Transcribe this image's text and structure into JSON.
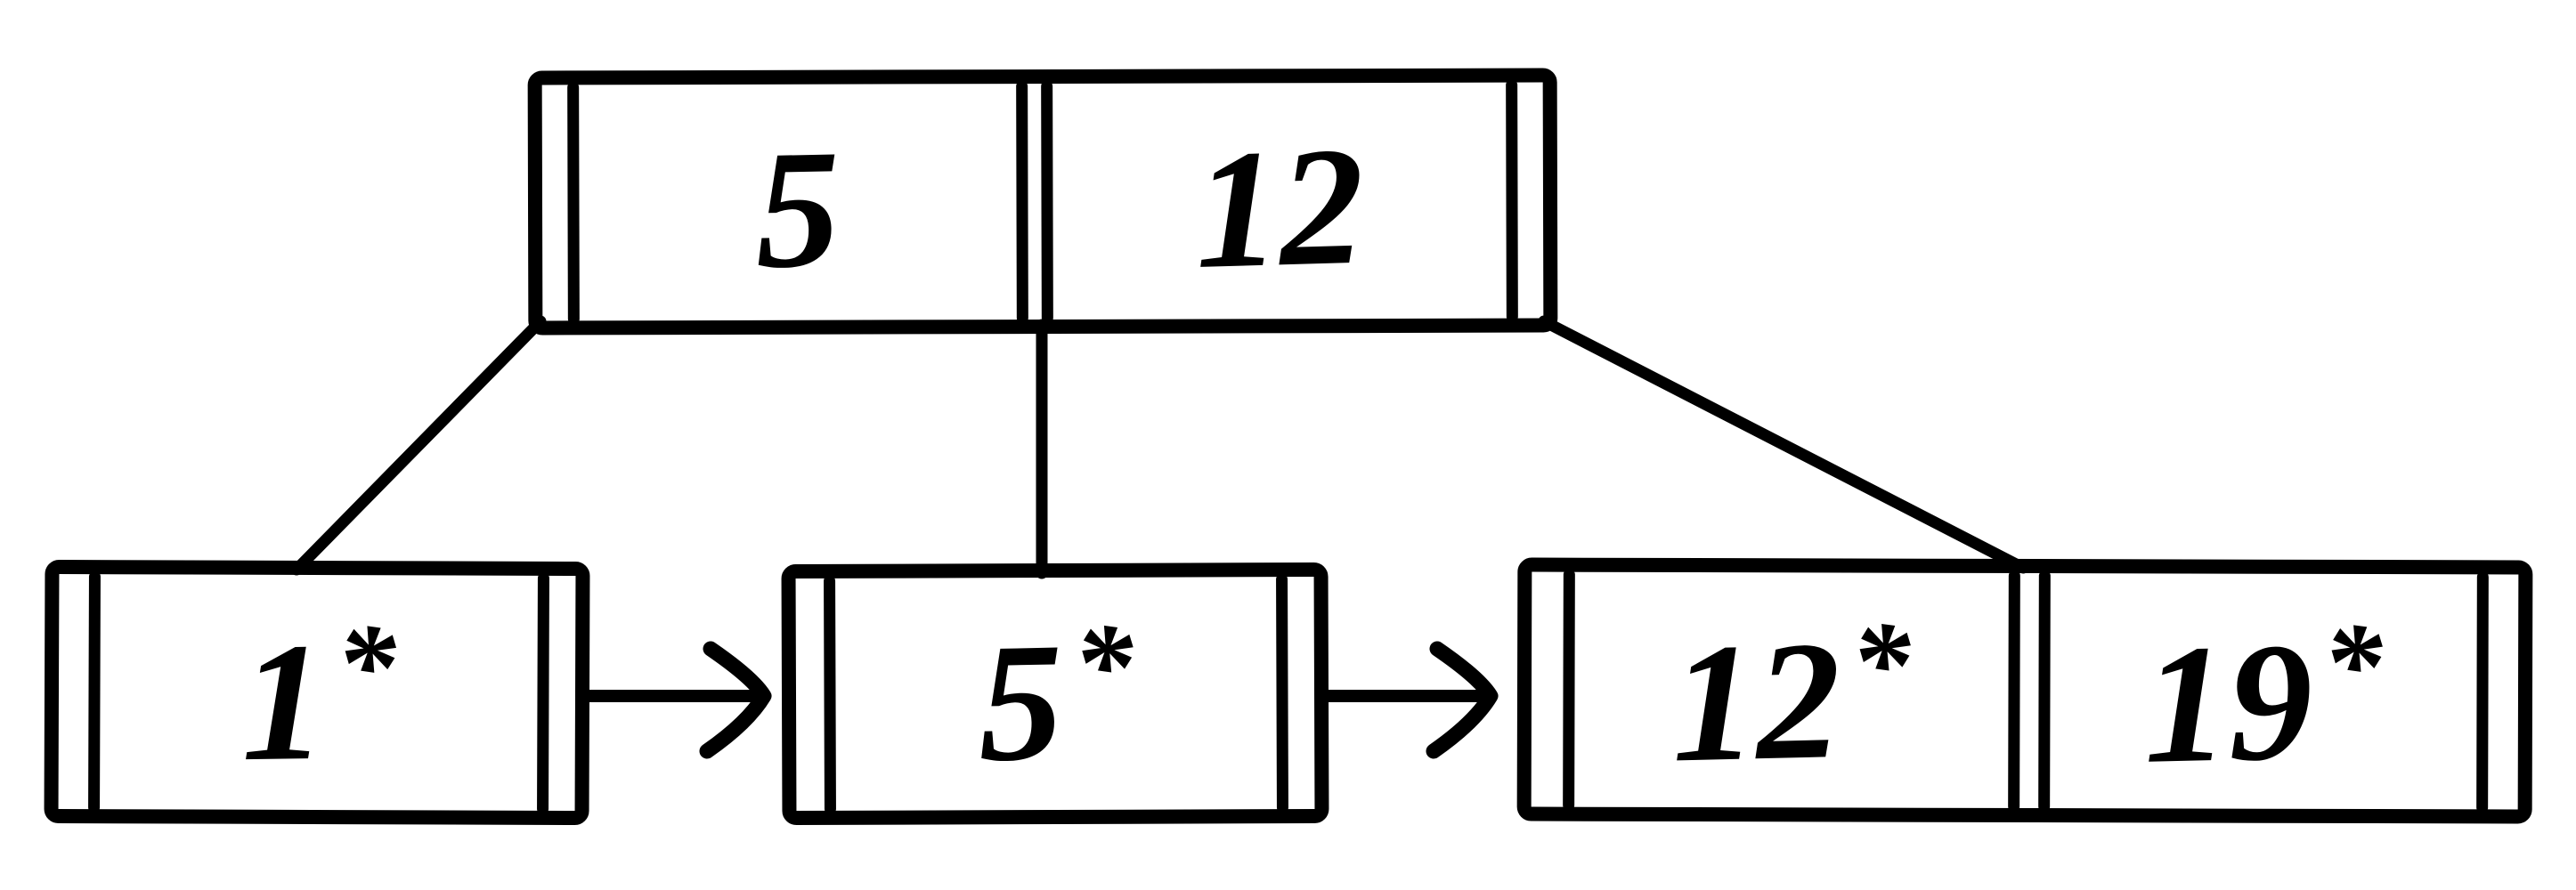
{
  "colors": {
    "ink": "#000000",
    "background": "#ffffff"
  },
  "tree": {
    "root": {
      "keys": [
        {
          "value": "5"
        },
        {
          "value": "12"
        }
      ]
    },
    "leaves": [
      {
        "entries": [
          {
            "value": "1",
            "star": "*"
          }
        ]
      },
      {
        "entries": [
          {
            "value": "5",
            "star": "*"
          }
        ]
      },
      {
        "entries": [
          {
            "value": "12",
            "star": "*"
          },
          {
            "value": "19",
            "star": "*"
          }
        ]
      }
    ]
  }
}
